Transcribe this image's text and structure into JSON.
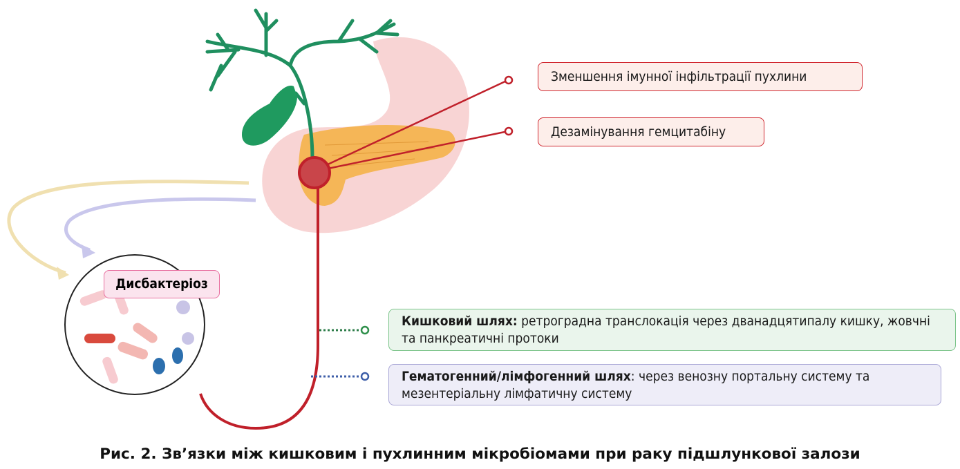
{
  "labels": {
    "immune": "Зменшення імунної інфільтрації пухлини",
    "gemcitabine": "Дезамінування гемцитабіну",
    "dysbiosis": "Дисбактеріоз",
    "intestinal_title": "Кишковий шлях:",
    "intestinal_text": " ретроградна транслокація через дванадцятипалу кишку, жовчні та панкреатичні протоки",
    "hematogenous_title": "Гематогенний/лімфогенний шлях",
    "hematogenous_text": ": через венозну портальну систему та мезентеріальну лімфатичну систему"
  },
  "caption": "Рис. 2. Зв’язки між кишковим і пухлинним мікробіомами при раку підшлункової залози",
  "colors": {
    "red": "#d0262e",
    "green": "#1f8f5f",
    "pancreas": "#f5b041",
    "stomach": "#f6c9c9"
  }
}
